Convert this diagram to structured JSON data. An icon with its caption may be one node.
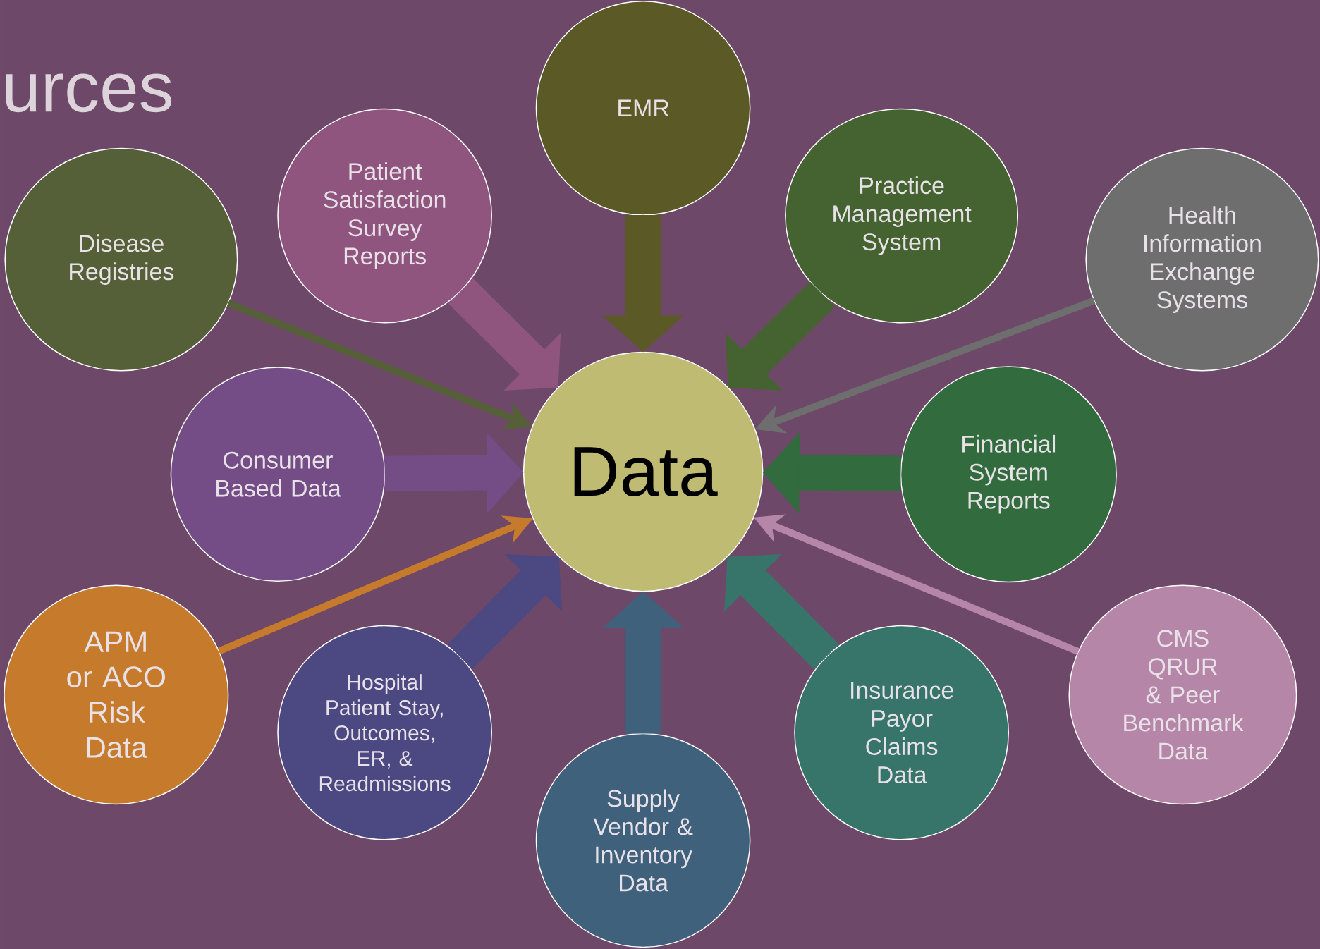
{
  "diagram": {
    "title": "urces",
    "nodes": [
      {
        "text": [
          "Data"
        ]
      },
      {
        "text": [
          "EMR"
        ]
      },
      {
        "text": [
          "Practice Management System"
        ]
      },
      {
        "text": [
          "Health Information Exchange Systems"
        ]
      },
      {
        "text": [
          "Financial System Reports"
        ]
      },
      {
        "text": [
          "CMS QRUR & Peer Benchmark Data"
        ]
      },
      {
        "text": [
          "Insurance Payor Claims Data"
        ]
      },
      {
        "text": [
          "Supply Vendor & Inventory Data"
        ]
      },
      {
        "text": [
          "Hospital Patient Stay, Outcomes, ER, & Readmissions"
        ]
      },
      {
        "text": [
          "APM or ACO Risk Data"
        ]
      },
      {
        "text": [
          "Consumer Based Data"
        ]
      },
      {
        "text": [
          "Disease Registries"
        ]
      },
      {
        "text": [
          "Patient Satisfaction Survey Reports"
        ]
      }
    ],
    "edges": [
      {
        "from": 1,
        "to": 0,
        "arrow": "to",
        "color": "#5b5a27"
      },
      {
        "from": 2,
        "to": 0,
        "arrow": "to",
        "color": "#456330"
      },
      {
        "from": 3,
        "to": 0,
        "arrow": "to",
        "color": "#6e6e6e"
      },
      {
        "from": 4,
        "to": 0,
        "arrow": "to",
        "color": "#316b3e"
      },
      {
        "from": 5,
        "to": 0,
        "arrow": "to",
        "color": "#b586a8"
      },
      {
        "from": 6,
        "to": 0,
        "arrow": "to",
        "color": "#37756a"
      },
      {
        "from": 7,
        "to": 0,
        "arrow": "to",
        "color": "#3f617c"
      },
      {
        "from": 8,
        "to": 0,
        "arrow": "to",
        "color": "#4b4882"
      },
      {
        "from": 9,
        "to": 0,
        "arrow": "to",
        "color": "#c67a2c"
      },
      {
        "from": 10,
        "to": 0,
        "arrow": "to",
        "color": "#744d86"
      },
      {
        "from": 11,
        "to": 0,
        "arrow": "to",
        "color": "#566038"
      },
      {
        "from": 12,
        "to": 0,
        "arrow": "to",
        "color": "#8f557f"
      }
    ]
  }
}
